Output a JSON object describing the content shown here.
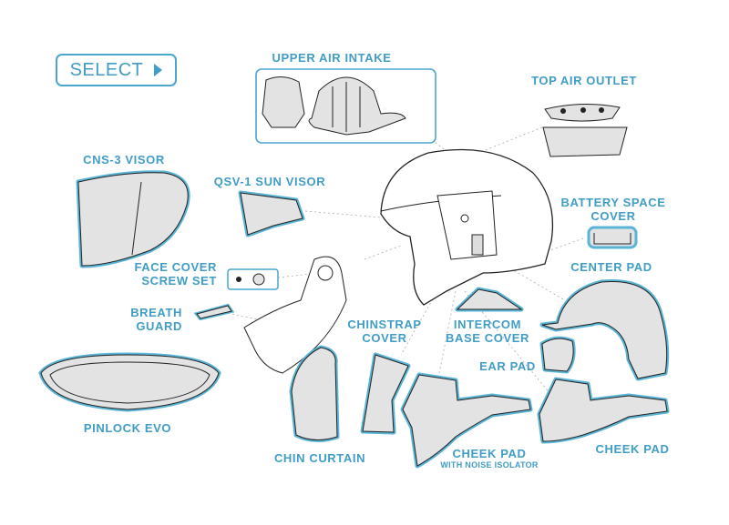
{
  "select_button": {
    "label": "SELECT",
    "icon": "play-triangle-icon"
  },
  "colors": {
    "accent": "#3f9dc6",
    "outline": "#5ab4d6",
    "part_fill": "#e3e3e3",
    "line": "#2a2a2a"
  },
  "parts": {
    "upper_air_intake": {
      "label": "UPPER AIR INTAKE"
    },
    "top_air_outlet": {
      "label": "TOP AIR OUTLET"
    },
    "cns3_visor": {
      "label": "CNS-3 VISOR"
    },
    "qsv1_sun_visor": {
      "label": "QSV-1 SUN VISOR"
    },
    "battery_space_cover": {
      "line1": "BATTERY SPACE",
      "line2": "COVER"
    },
    "center_pad": {
      "label": "CENTER PAD"
    },
    "face_cover_screw_set": {
      "line1": "FACE COVER",
      "line2": "SCREW SET"
    },
    "breath_guard": {
      "line1": "BREATH",
      "line2": "GUARD"
    },
    "chinstrap_cover": {
      "line1": "CHINSTRAP",
      "line2": "COVER"
    },
    "intercom_base_cover": {
      "line1": "INTERCOM",
      "line2": "BASE COVER"
    },
    "ear_pad": {
      "label": "EAR PAD"
    },
    "pinlock_evo": {
      "label": "PINLOCK EVO"
    },
    "chin_curtain": {
      "label": "CHIN CURTAIN"
    },
    "cheek_pad_noise": {
      "label": "CHEEK PAD",
      "sublabel": "WITH NOISE ISOLATOR"
    },
    "cheek_pad": {
      "label": "CHEEK PAD"
    }
  }
}
